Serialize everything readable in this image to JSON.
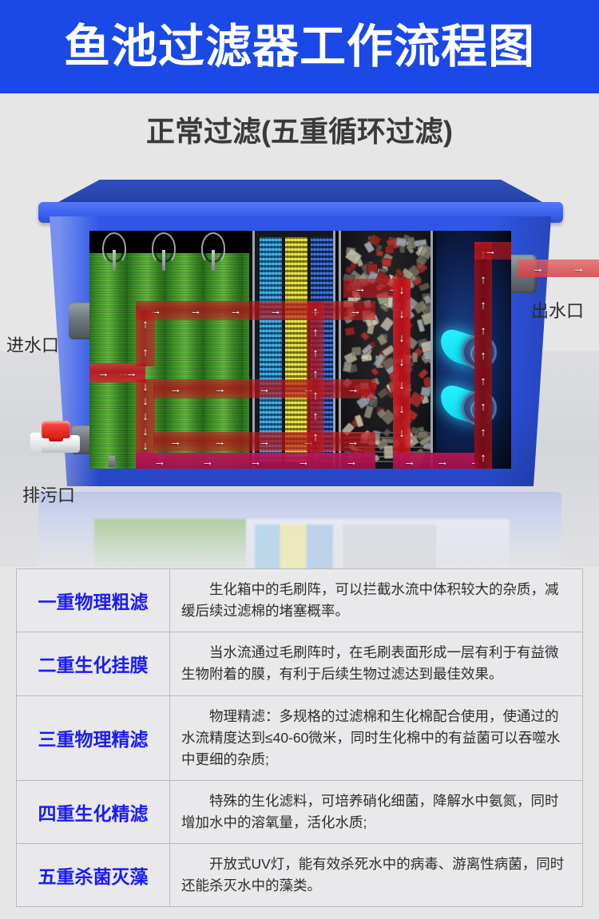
{
  "header": {
    "title": "鱼池过滤器工作流程图",
    "bg_color": "#1a49e8",
    "text_color": "#ffffff"
  },
  "subtitle": "正常过滤(五重循环过滤)",
  "diagram": {
    "name": "pond-filter-cutaway-diagram",
    "ports": [
      {
        "key": "inlet",
        "label": "进水口"
      },
      {
        "key": "outlet",
        "label": "出水口"
      },
      {
        "key": "drain",
        "label": "排污口"
      }
    ],
    "chambers": [
      {
        "key": "brush",
        "name": "brush-filter-chamber",
        "color": "#3d8f25"
      },
      {
        "key": "mats",
        "name": "filter-mat-chamber",
        "colors": [
          "#2196dd",
          "#e3dd22",
          "#1b52bd"
        ]
      },
      {
        "key": "media",
        "name": "bio-media-chamber",
        "color": "#2a2a2c"
      },
      {
        "key": "uv",
        "name": "uv-lamp-chamber",
        "color": "#27f4ff"
      }
    ],
    "flow_arrow_color": "#c81e23",
    "arrow_right": "→",
    "arrow_up": "↑",
    "arrow_down": "↓"
  },
  "stages_table": {
    "title_color": "#1c1cf0",
    "rows": [
      {
        "title": "一重物理粗滤",
        "desc": "生化箱中的毛刷阵，可以拦截水流中体积较大的杂质，减缓后续过滤棉的堵塞概率。"
      },
      {
        "title": "二重生化挂膜",
        "desc": "当水流通过毛刷阵时，在毛刷表面形成一层有利于有益微生物附着的膜，有利于后续生物过滤达到最佳效果。"
      },
      {
        "title": "三重物理精滤",
        "desc": "物理精滤：多规格的过滤棉和生化棉配合使用，使通过的水流精度达到≤40-60微米，同时生化棉中的有益菌可以吞噬水中更细的杂质;"
      },
      {
        "title": "四重生化精滤",
        "desc": "特殊的生化滤料，可培养硝化细菌，降解水中氨氮，同时增加水中的溶氧量，活化水质;"
      },
      {
        "title": "五重杀菌灭藻",
        "desc": "开放式UV灯，能有效杀死水中的病毒、游离性病菌，同时还能杀灭水中的藻类。"
      }
    ]
  }
}
